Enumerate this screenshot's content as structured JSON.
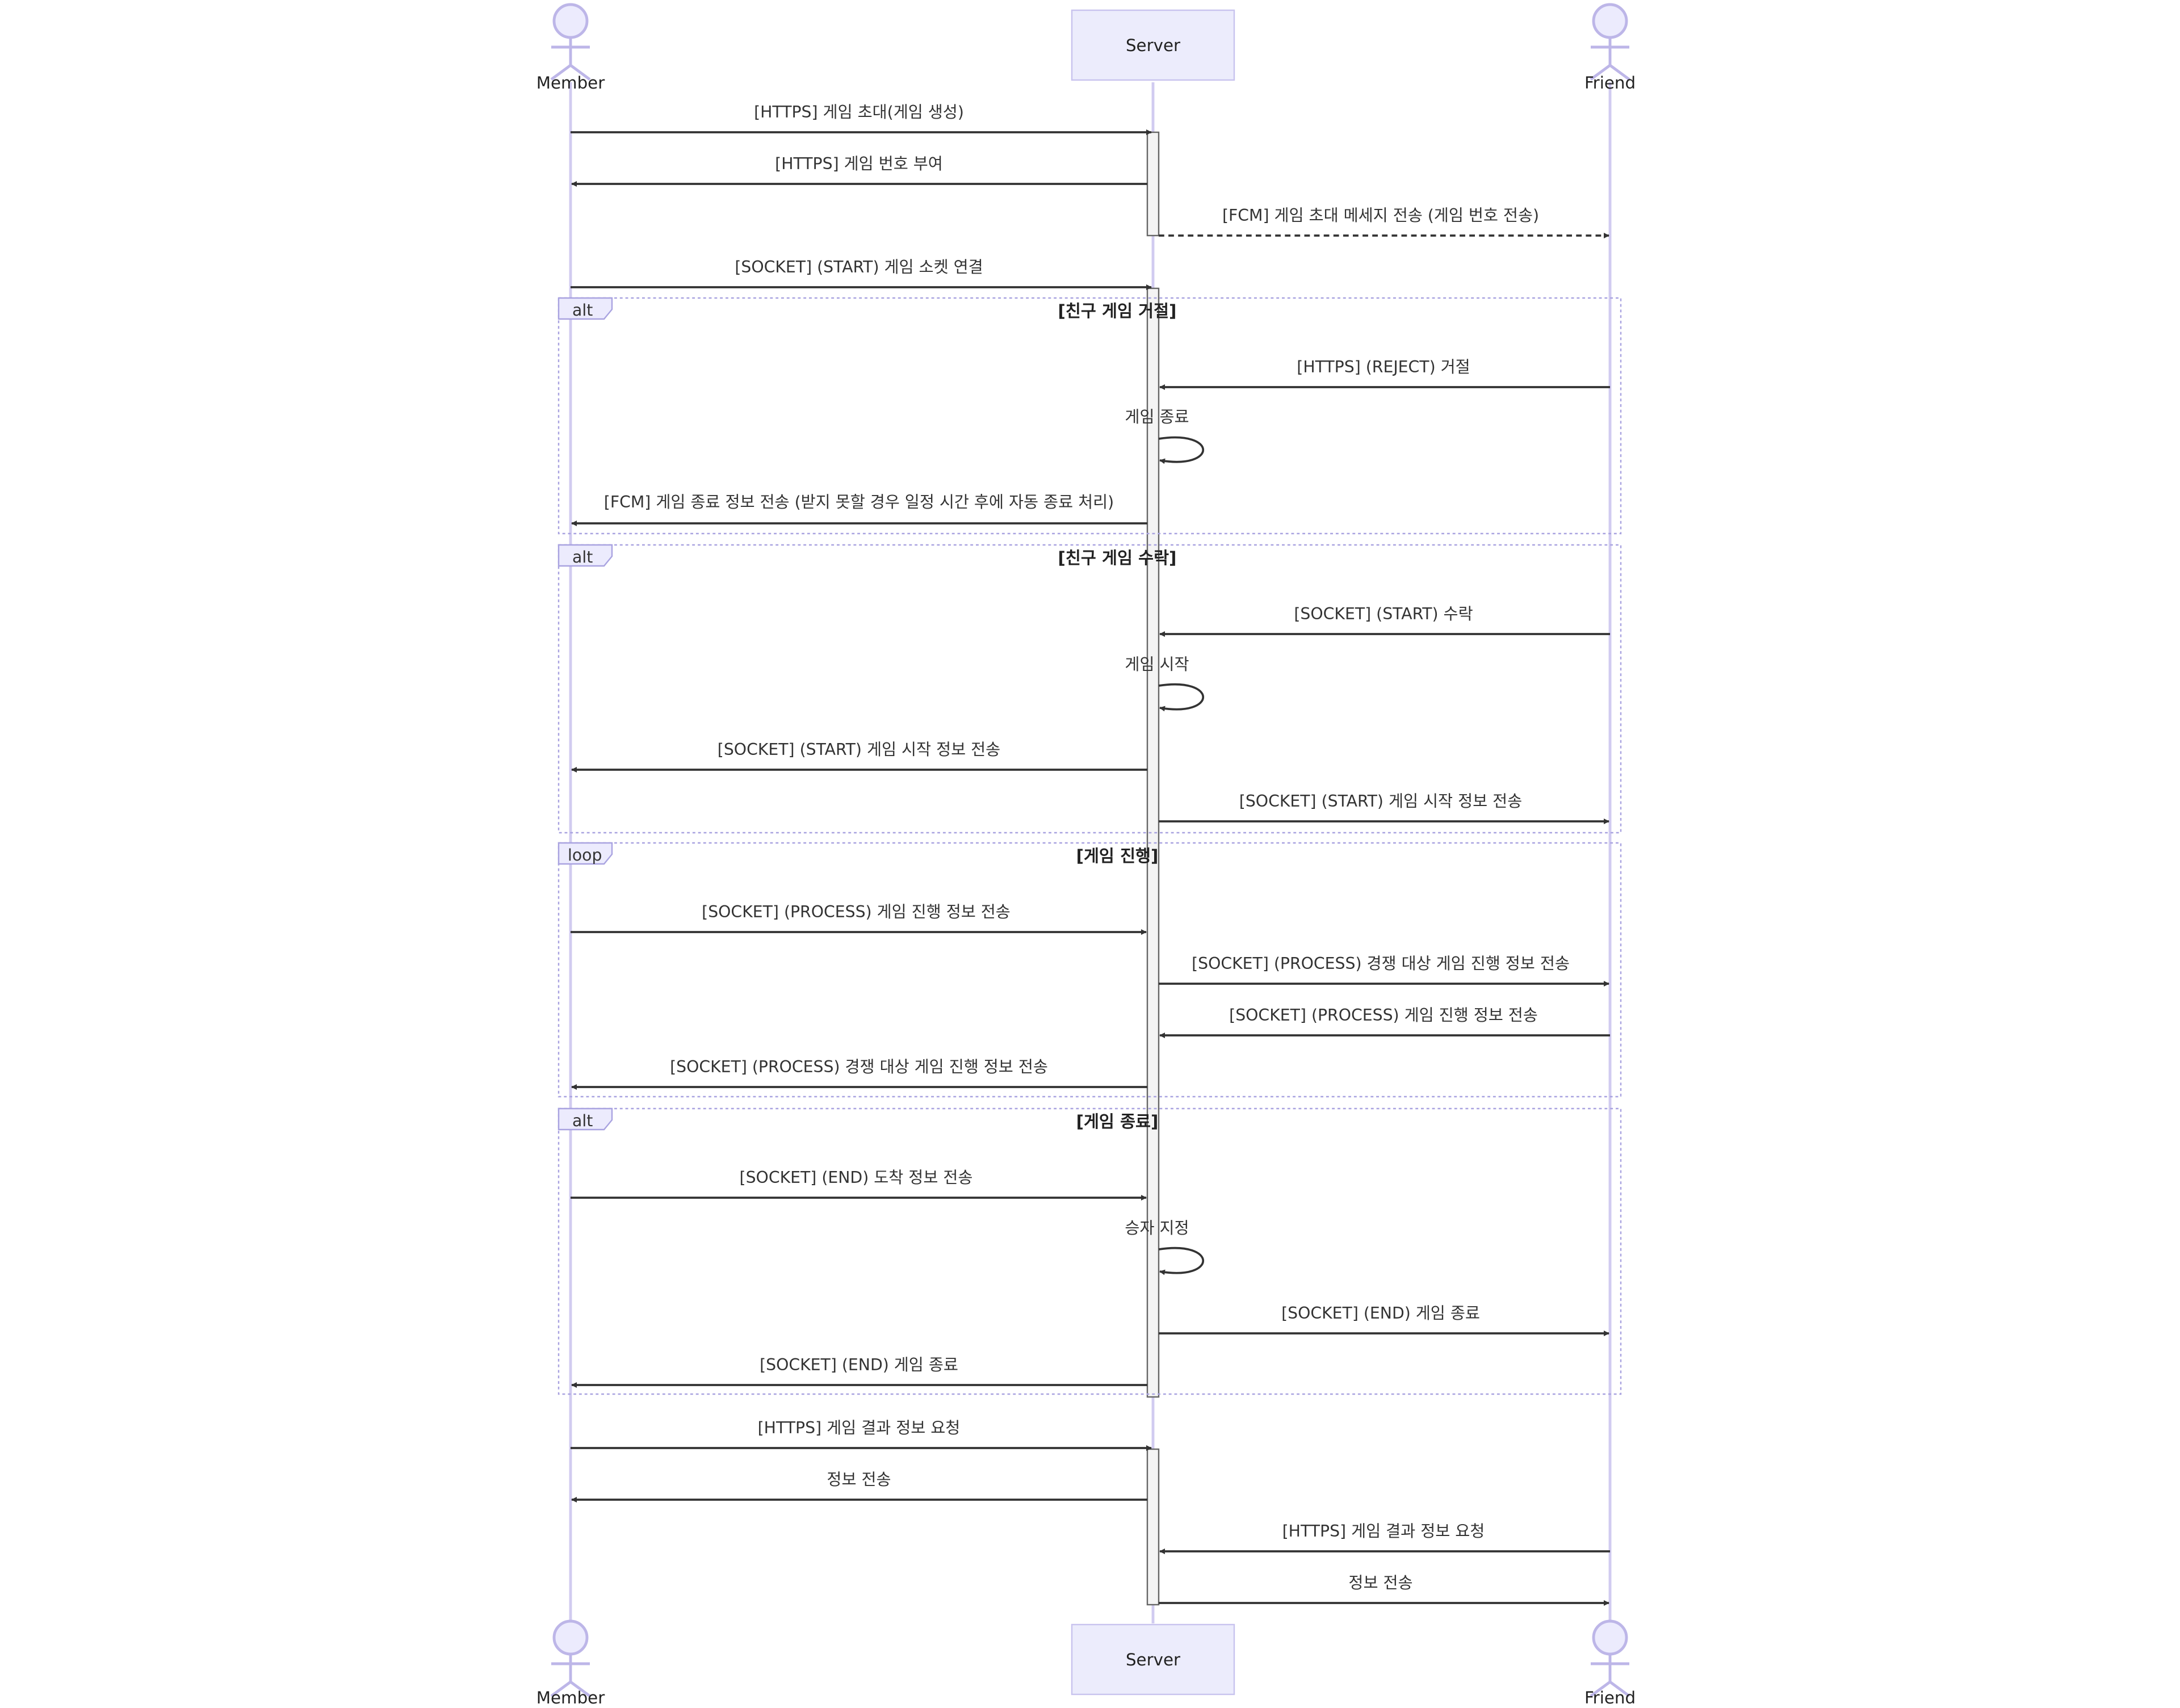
{
  "participants": {
    "member": "Member",
    "server": "Server",
    "friend": "Friend"
  },
  "messages": [
    {
      "label": "[HTTPS] 게임 초대(게임 생성)",
      "from": "member",
      "to": "server",
      "style": "solid"
    },
    {
      "label": "[HTTPS] 게임 번호 부여",
      "from": "server",
      "to": "member",
      "style": "solid"
    },
    {
      "label": "[FCM] 게임 초대 메세지 전송 (게임 번호 전송)",
      "from": "server",
      "to": "friend",
      "style": "dashed"
    },
    {
      "label": "[SOCKET] (START) 게임 소켓 연결",
      "from": "member",
      "to": "server",
      "style": "solid"
    },
    {
      "label": "[HTTPS] (REJECT) 거절",
      "from": "friend",
      "to": "server",
      "style": "solid"
    },
    {
      "label": "게임 종료",
      "from": "server",
      "to": "server",
      "style": "self"
    },
    {
      "label": "[FCM] 게임 종료 정보 전송 (받지 못할 경우 일정 시간 후에 자동 종료 처리)",
      "from": "server",
      "to": "member",
      "style": "solid"
    },
    {
      "label": "[SOCKET] (START) 수락",
      "from": "friend",
      "to": "server",
      "style": "solid"
    },
    {
      "label": "게임 시작",
      "from": "server",
      "to": "server",
      "style": "self"
    },
    {
      "label": "[SOCKET] (START) 게임 시작 정보 전송",
      "from": "server",
      "to": "member",
      "style": "solid"
    },
    {
      "label": "[SOCKET] (START) 게임 시작 정보 전송",
      "from": "server",
      "to": "friend",
      "style": "solid"
    },
    {
      "label": "[SOCKET] (PROCESS) 게임 진행 정보 전송",
      "from": "member",
      "to": "server",
      "style": "solid"
    },
    {
      "label": "[SOCKET] (PROCESS) 경쟁 대상 게임 진행 정보 전송",
      "from": "server",
      "to": "friend",
      "style": "solid"
    },
    {
      "label": "[SOCKET] (PROCESS) 게임 진행 정보 전송",
      "from": "friend",
      "to": "server",
      "style": "solid"
    },
    {
      "label": "[SOCKET] (PROCESS) 경쟁 대상 게임 진행 정보 전송",
      "from": "server",
      "to": "member",
      "style": "solid"
    },
    {
      "label": "[SOCKET] (END) 도착 정보 전송",
      "from": "member",
      "to": "server",
      "style": "solid"
    },
    {
      "label": "승자 지정",
      "from": "server",
      "to": "server",
      "style": "self"
    },
    {
      "label": "[SOCKET] (END) 게임 종료",
      "from": "server",
      "to": "friend",
      "style": "solid"
    },
    {
      "label": "[SOCKET] (END) 게임 종료",
      "from": "server",
      "to": "member",
      "style": "solid"
    },
    {
      "label": "[HTTPS] 게임 결과 정보 요청",
      "from": "member",
      "to": "server",
      "style": "solid"
    },
    {
      "label": "정보 전송",
      "from": "server",
      "to": "member",
      "style": "solid"
    },
    {
      "label": "[HTTPS] 게임 결과 정보 요청",
      "from": "friend",
      "to": "server",
      "style": "solid"
    },
    {
      "label": "정보 전송",
      "from": "server",
      "to": "friend",
      "style": "solid"
    }
  ],
  "fragments": [
    {
      "kind": "alt",
      "condition": "[친구 게임 거절]"
    },
    {
      "kind": "alt",
      "condition": "[친구 게임 수락]"
    },
    {
      "kind": "loop",
      "condition": "[게임 진행]"
    },
    {
      "kind": "alt",
      "condition": "[게임 종료]"
    }
  ]
}
